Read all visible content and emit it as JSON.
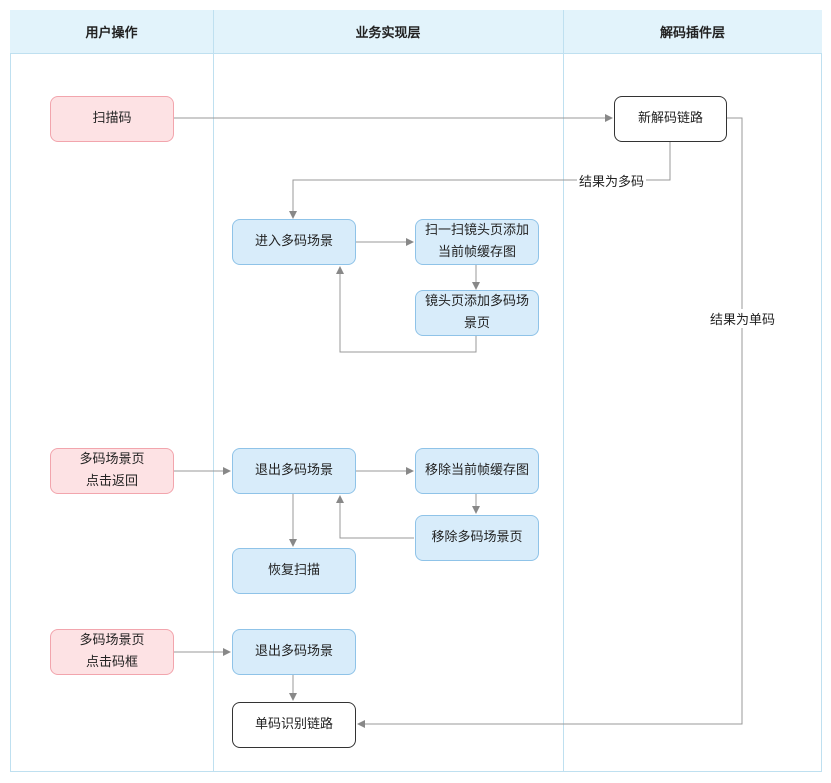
{
  "lanes": {
    "user": "用户操作",
    "business": "业务实现层",
    "decode": "解码插件层"
  },
  "nodes": {
    "scan_code": "扫描码",
    "new_decode_chain": "新解码链路",
    "enter_multi_scene": "进入多码场景",
    "add_current_frame": "扫一扫镜头页添加\n当前帧缓存图",
    "add_multi_scene_page": "镜头页添加多码场\n景页",
    "back_click": "多码场景页\n点击返回",
    "exit_multi_scene_1": "退出多码场景",
    "remove_current_frame": "移除当前帧缓存图",
    "remove_multi_scene_page": "移除多码场景页",
    "resume_scan": "恢复扫描",
    "frame_click": "多码场景页\n点击码框",
    "exit_multi_scene_2": "退出多码场景",
    "single_code_chain": "单码识别链路"
  },
  "labels": {
    "result_multi": "结果为多码",
    "result_single": "结果为单码"
  }
}
